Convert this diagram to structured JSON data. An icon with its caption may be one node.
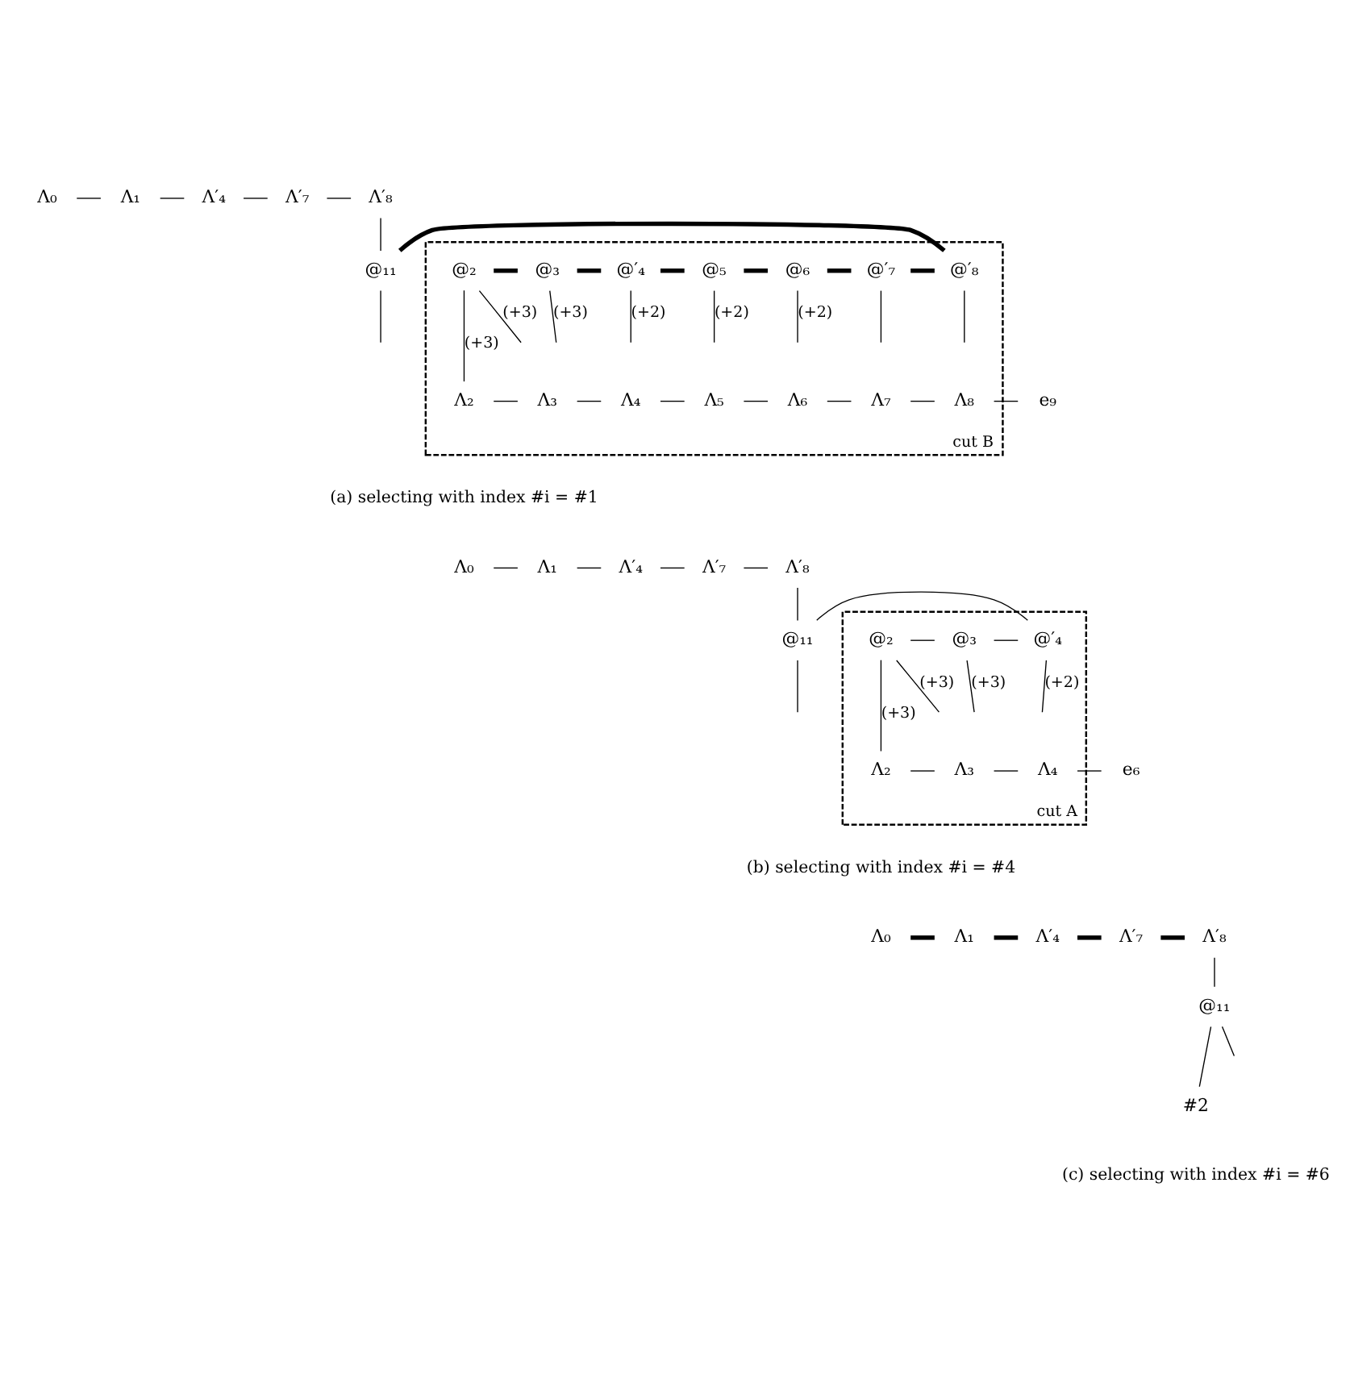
{
  "diagram": {
    "nodes": [
      {
        "text": [
          "Λ₀"
        ]
      },
      {
        "text": [
          "Λ₁"
        ]
      },
      {
        "text": [
          "Λ′₄"
        ]
      },
      {
        "text": [
          "Λ′₇"
        ]
      },
      {
        "text": [
          "Λ′₈"
        ]
      },
      {
        "text": [
          "cut B"
        ]
      },
      {
        "text": [
          "@₂"
        ],
        "in": 5
      },
      {
        "text": [
          "@₃"
        ],
        "in": 5
      },
      {
        "text": [
          "@′₄"
        ],
        "in": 5
      },
      {
        "text": [
          "@₅"
        ],
        "in": 5
      },
      {
        "text": [
          "@₆"
        ],
        "in": 5
      },
      {
        "text": [
          "@′₇"
        ],
        "in": 5
      },
      {
        "text": [
          "@′₈"
        ],
        "in": 5
      },
      {
        "text": [
          "@₁₁"
        ]
      },
      {
        "text": [
          "Λ₂"
        ],
        "in": 5
      },
      {
        "text": [
          "Λ₃"
        ],
        "in": 5
      },
      {
        "text": [
          "Λ₄"
        ],
        "in": 5
      },
      {
        "text": [
          "Λ₅"
        ],
        "in": 5
      },
      {
        "text": [
          "Λ₆"
        ],
        "in": 5
      },
      {
        "text": [
          "Λ₇"
        ],
        "in": 5
      },
      {
        "text": [
          "Λ₈"
        ],
        "in": 5
      },
      {
        "text": [
          "e₉"
        ]
      },
      {
        "text": [
          "Λ₀"
        ]
      },
      {
        "text": [
          "Λ₁"
        ]
      },
      {
        "text": [
          "Λ′₄"
        ]
      },
      {
        "text": [
          "Λ′₇"
        ]
      },
      {
        "text": [
          "Λ′₈"
        ]
      },
      {
        "text": [
          "cut A"
        ]
      },
      {
        "text": [
          "@₂"
        ],
        "in": 27
      },
      {
        "text": [
          "@₃"
        ],
        "in": 27
      },
      {
        "text": [
          "@′₄"
        ],
        "in": 27
      },
      {
        "text": [
          "@₁₁"
        ]
      },
      {
        "text": [
          "Λ₂"
        ],
        "in": 27
      },
      {
        "text": [
          "Λ₃"
        ],
        "in": 27
      },
      {
        "text": [
          "Λ₄"
        ],
        "in": 27
      },
      {
        "text": [
          "e₆"
        ]
      },
      {
        "text": [
          "Λ₀"
        ]
      },
      {
        "text": [
          "Λ₁"
        ]
      },
      {
        "text": [
          "Λ′₄"
        ]
      },
      {
        "text": [
          "Λ′₇"
        ]
      },
      {
        "text": [
          "Λ′₈"
        ]
      },
      {
        "text": [
          "@₁₁"
        ]
      },
      {
        "text": [
          "#2"
        ]
      }
    ],
    "edges": [
      {
        "from": 0,
        "to": 1,
        "arrow": "none"
      },
      {
        "from": 1,
        "to": 2,
        "arrow": "none"
      },
      {
        "from": 2,
        "to": 3,
        "arrow": "none"
      },
      {
        "from": 3,
        "to": 4,
        "arrow": "none"
      },
      {
        "from": 4,
        "to": 13,
        "arrow": "none"
      },
      {
        "from": 6,
        "to": 7,
        "arrow": "none",
        "style": "thick"
      },
      {
        "from": 7,
        "to": 8,
        "arrow": "none",
        "style": "thick"
      },
      {
        "from": 8,
        "to": 9,
        "arrow": "none",
        "style": "thick"
      },
      {
        "from": 9,
        "to": 10,
        "arrow": "none",
        "style": "thick"
      },
      {
        "from": 10,
        "to": 11,
        "arrow": "none",
        "style": "thick"
      },
      {
        "from": 11,
        "to": 12,
        "arrow": "none",
        "style": "thick"
      },
      {
        "from": 12,
        "to": 13,
        "arrow": "none",
        "style": "thick"
      },
      {
        "from": 6,
        "to": 14,
        "arrow": "none",
        "label": "(+3)"
      },
      {
        "from": 14,
        "to": 15,
        "arrow": "none"
      },
      {
        "from": 15,
        "to": 16,
        "arrow": "none"
      },
      {
        "from": 16,
        "to": 17,
        "arrow": "none"
      },
      {
        "from": 17,
        "to": 18,
        "arrow": "none"
      },
      {
        "from": 18,
        "to": 19,
        "arrow": "none"
      },
      {
        "from": 19,
        "to": 20,
        "arrow": "none"
      },
      {
        "from": 20,
        "to": 21,
        "arrow": "none"
      },
      {
        "from": 6,
        "to": null,
        "arrow": "none",
        "label": "(+3)"
      },
      {
        "from": 7,
        "to": null,
        "arrow": "none",
        "label": "(+3)"
      },
      {
        "from": 8,
        "to": null,
        "arrow": "none",
        "label": "(+2)"
      },
      {
        "from": 9,
        "to": null,
        "arrow": "none",
        "label": "(+2)"
      },
      {
        "from": 10,
        "to": null,
        "arrow": "none",
        "label": "(+2)"
      },
      {
        "from": 11,
        "to": null,
        "arrow": "none"
      },
      {
        "from": 12,
        "to": null,
        "arrow": "none"
      },
      {
        "from": 13,
        "to": null,
        "arrow": "none"
      },
      {
        "from": 22,
        "to": 23,
        "arrow": "none"
      },
      {
        "from": 23,
        "to": 24,
        "arrow": "none"
      },
      {
        "from": 24,
        "to": 25,
        "arrow": "none"
      },
      {
        "from": 25,
        "to": 26,
        "arrow": "none"
      },
      {
        "from": 26,
        "to": 31,
        "arrow": "none"
      },
      {
        "from": 28,
        "to": 29,
        "arrow": "none"
      },
      {
        "from": 29,
        "to": 30,
        "arrow": "none"
      },
      {
        "from": 30,
        "to": 31,
        "arrow": "none"
      },
      {
        "from": 28,
        "to": 32,
        "arrow": "none",
        "label": "(+3)"
      },
      {
        "from": 32,
        "to": 33,
        "arrow": "none"
      },
      {
        "from": 33,
        "to": 34,
        "arrow": "none"
      },
      {
        "from": 34,
        "to": 35,
        "arrow": "none"
      },
      {
        "from": 28,
        "to": null,
        "arrow": "none",
        "label": "(+3)"
      },
      {
        "from": 29,
        "to": null,
        "arrow": "none",
        "label": "(+3)"
      },
      {
        "from": 30,
        "to": null,
        "arrow": "none",
        "label": "(+2)"
      },
      {
        "from": 31,
        "to": null,
        "arrow": "none"
      },
      {
        "from": 36,
        "to": 37,
        "arrow": "none",
        "style": "thick"
      },
      {
        "from": 37,
        "to": 38,
        "arrow": "none",
        "style": "thick"
      },
      {
        "from": 38,
        "to": 39,
        "arrow": "none",
        "style": "thick"
      },
      {
        "from": 39,
        "to": 40,
        "arrow": "none",
        "style": "thick"
      },
      {
        "from": 40,
        "to": 41,
        "arrow": "none"
      },
      {
        "from": 41,
        "to": 42,
        "arrow": "none"
      },
      {
        "from": 41,
        "to": null,
        "arrow": "none"
      }
    ],
    "labels": [
      "(a) selecting with index #i = #1",
      "(b) selecting with index #i = #4",
      "(c) selecting with index #i = #6"
    ]
  }
}
